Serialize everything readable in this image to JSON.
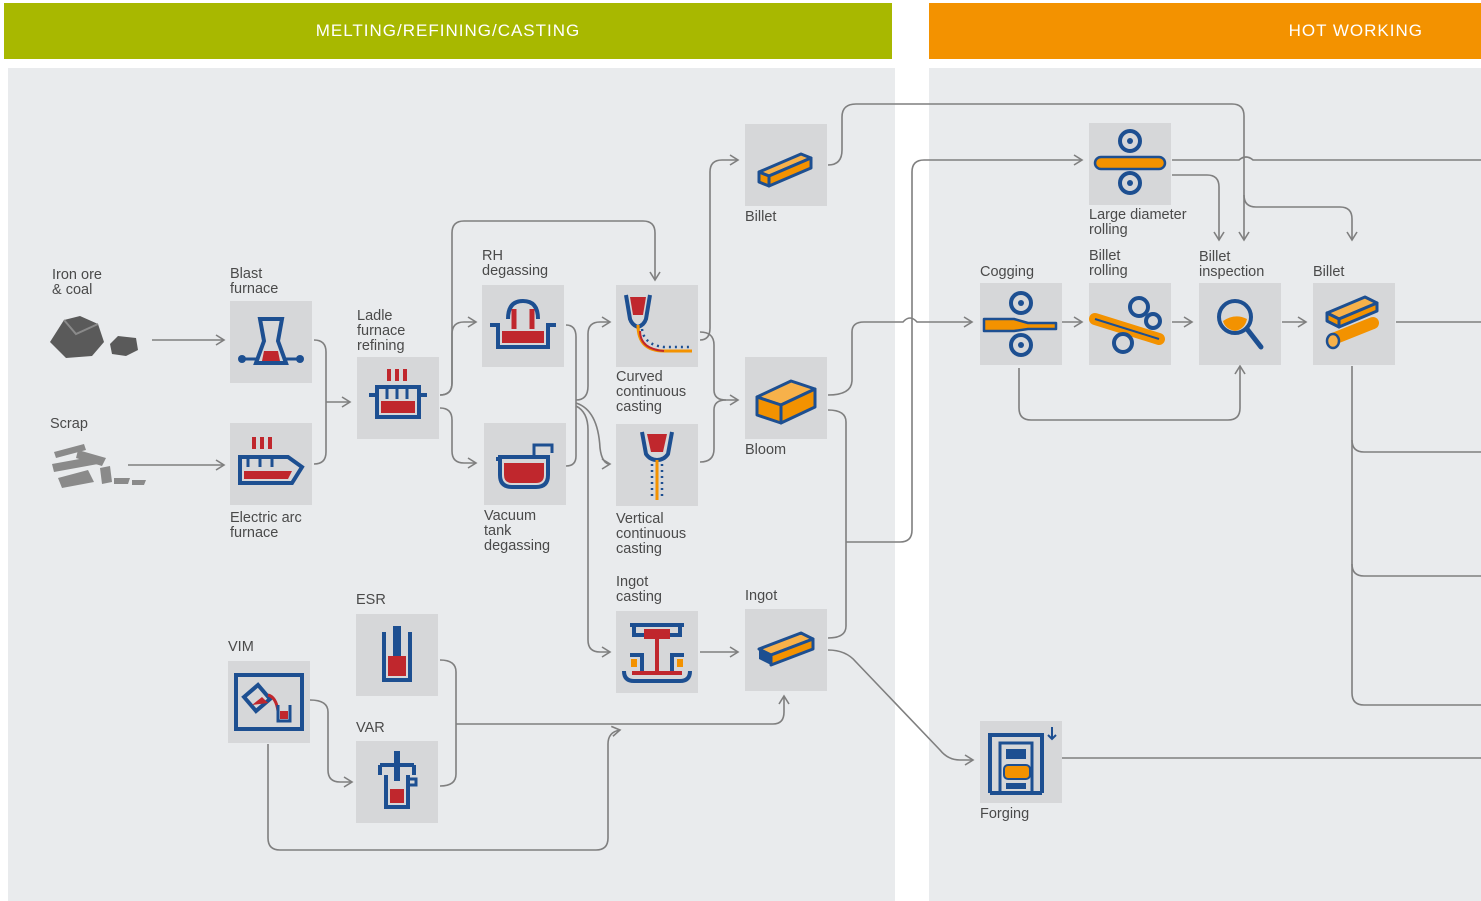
{
  "sections": {
    "melting": "MELTING/REFINING/CASTING",
    "hot_working": "HOT WORKING"
  },
  "labels": {
    "iron_ore": "Iron ore\n& coal",
    "scrap": "Scrap",
    "blast_furnace": "Blast\nfurnace",
    "electric_arc": "Electric arc\nfurnace",
    "ladle": "Ladle\nfurnace\nrefining",
    "rh": "RH\ndegassing",
    "vacuum": "Vacuum\ntank\ndegassing",
    "curved": "Curved\ncontinuous\ncasting",
    "vertical": "Vertical\ncontinuous\ncasting",
    "ingot_casting": "Ingot\ncasting",
    "billet_1": "Billet",
    "bloom": "Bloom",
    "ingot": "Ingot",
    "esr": "ESR",
    "vim": "VIM",
    "var": "VAR",
    "large_diameter": "Large diameter\nrolling",
    "cogging": "Cogging",
    "billet_rolling": "Billet\nrolling",
    "billet_inspection": "Billet\ninspection",
    "billet_2": "Billet",
    "forging": "Forging"
  },
  "colors": {
    "melt_band": "#a8b800",
    "hot_band": "#f39200",
    "panel": "#e9ebed",
    "box": "#d6d7d9",
    "blue": "#1d4f91",
    "red": "#c0272d",
    "orange": "#f39200",
    "line": "#7f7f7f"
  }
}
